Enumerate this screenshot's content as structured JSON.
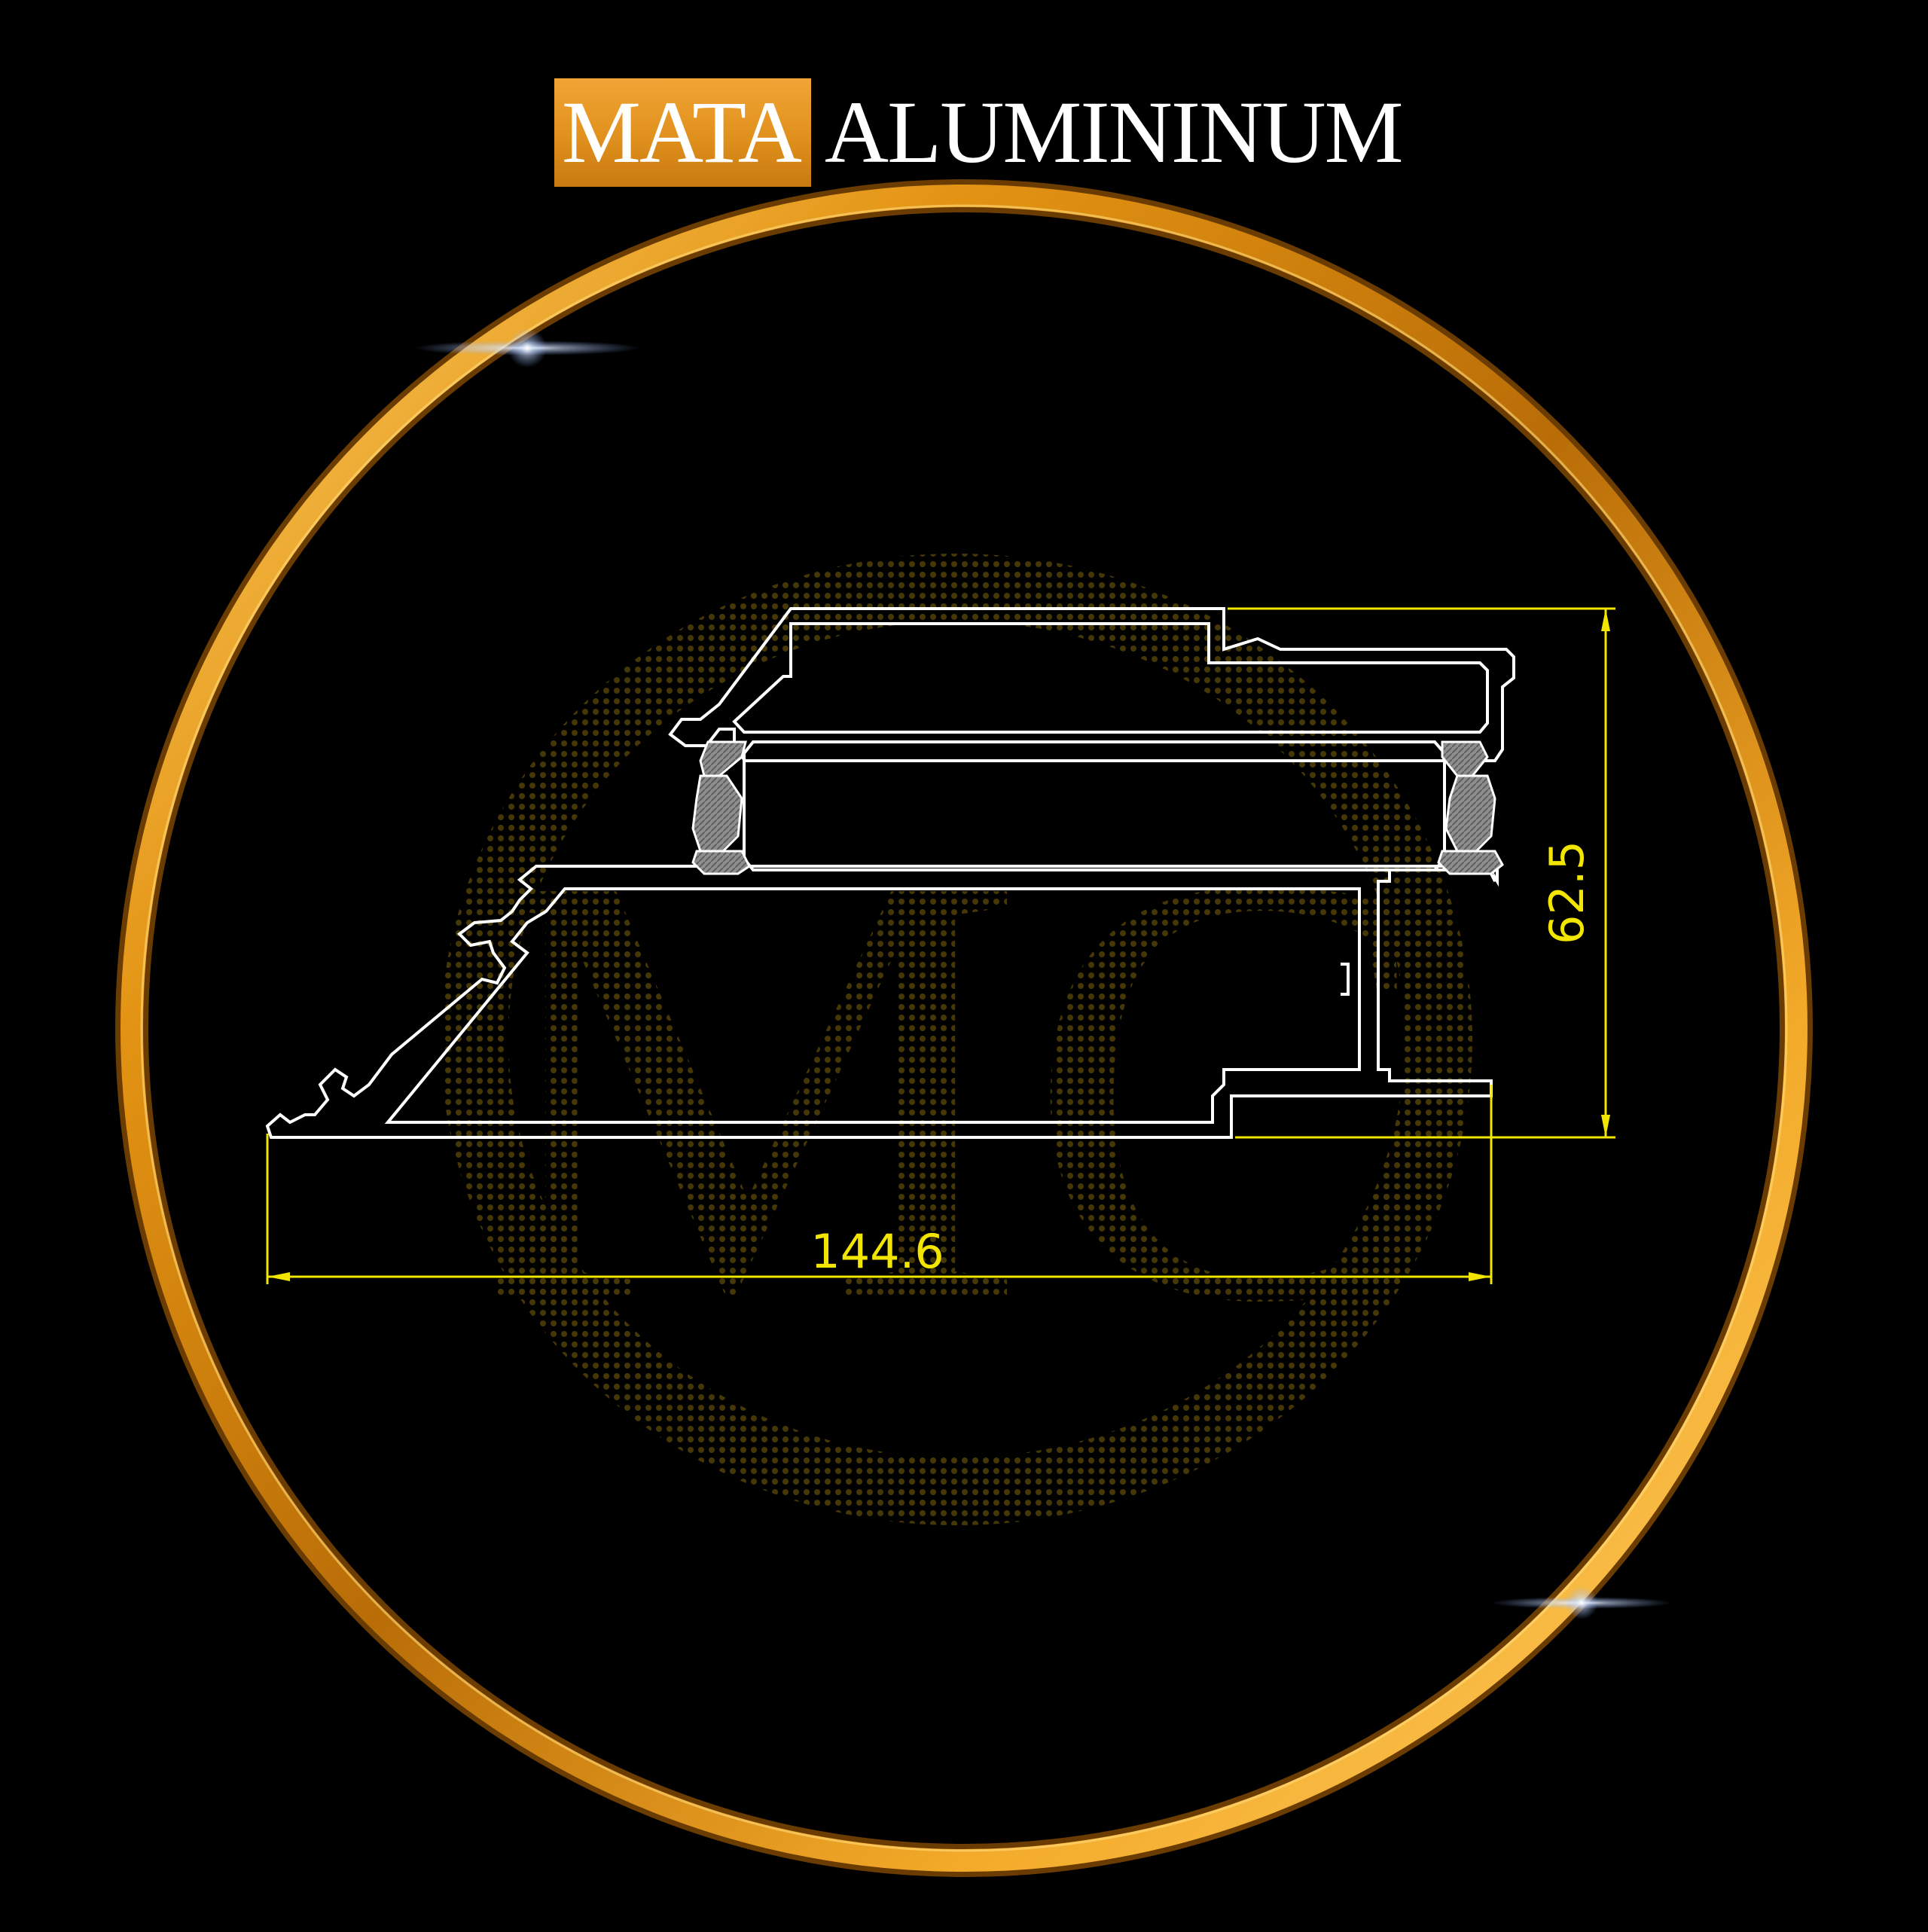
{
  "brand": {
    "highlight": "MATA",
    "rest": "ALUMININUM"
  },
  "watermark": {
    "letters": "MC"
  },
  "dimensions": {
    "width_label": "144.6",
    "height_label": "62.5"
  },
  "colors": {
    "background": "#000000",
    "ring_gold": "#f0a21a",
    "brand_box": "#e8961f",
    "profile_line": "#ffffff",
    "dimension_line": "#f2e600",
    "gasket": "#9a9a9a"
  }
}
